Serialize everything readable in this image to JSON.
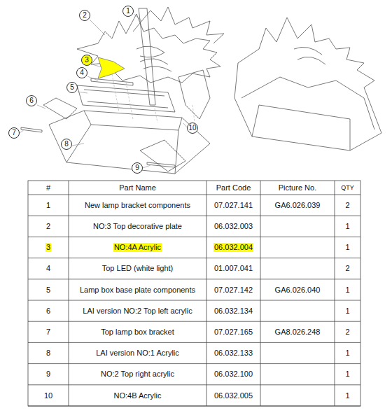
{
  "diagram": {
    "labels": [
      "1",
      "2",
      "3",
      "4",
      "5",
      "6",
      "7",
      "8",
      "9",
      "10",
      "#",
      "Part Name",
      "Part Code",
      "Picture No.",
      "QTY",
      "1",
      "New lamp bracket components",
      "07.027.141",
      "GA6.026.039",
      "2",
      "2",
      "NO:3 Top decorative plate",
      "06.032.003",
      "1",
      "3",
      "NO:4A Acrylic",
      "06.032.004",
      "1",
      "4",
      "Top LED (white light)",
      "01.007.041",
      "2",
      "5",
      "Lamp box base plate components",
      "07.027.142",
      "GA6.026.040",
      "1",
      "6",
      "LAI version NO:2 Top left acrylic",
      "06.032.134",
      "1",
      "7",
      "Top lamp box bracket",
      "07.027.165",
      "GA8.026.248",
      "2",
      "8",
      "LAI version NO:1 Acrylic",
      "06.032.133",
      "1",
      "9",
      "NO:2 Top right acrylic",
      "06.032.100",
      "1",
      "10",
      "NO:4B Acrylic",
      "06.032.005",
      "1"
    ]
  }
}
